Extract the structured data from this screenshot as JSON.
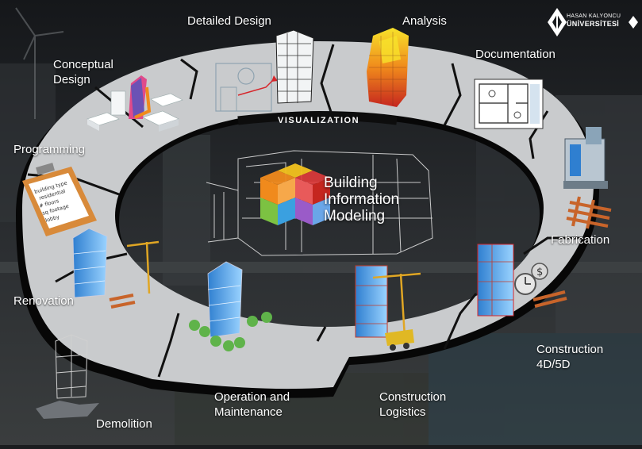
{
  "diagram": {
    "center": {
      "title_line1": "Building",
      "title_line2": "Information",
      "title_line3": "Modeling"
    },
    "ring_label": "VISUALIZATION",
    "stages": {
      "conceptual_design": {
        "line1": "Conceptual",
        "line2": "Design"
      },
      "detailed_design": "Detailed Design",
      "analysis": "Analysis",
      "documentation": "Documentation",
      "fabrication": "Fabrication",
      "construction_4d5d": {
        "line1": "Construction",
        "line2": "4D/5D"
      },
      "construction_logistics": {
        "line1": "Construction",
        "line2": "Logistics"
      },
      "operation_maintenance": {
        "line1": "Operation and",
        "line2": "Maintenance"
      },
      "demolition": "Demolition",
      "renovation": "Renovation",
      "programming": "Programming"
    },
    "clipboard_items": [
      "building type",
      "residential",
      "# floors",
      "sq footage",
      "lobby"
    ]
  },
  "logo": {
    "line1": "HASAN KALYONCU",
    "line2": "ÜNİVERSİTESİ"
  },
  "colors": {
    "ring": "#c9cbcd",
    "ring_edge": "#0c0c0c",
    "background": "#1b1d1f",
    "cube_orange": "#f08a1c",
    "cube_yellow": "#f3c21e",
    "cube_red": "#e23b3b",
    "cube_green": "#7cc242",
    "cube_blue": "#3aa0e0",
    "cube_purple": "#9a5bc8"
  }
}
